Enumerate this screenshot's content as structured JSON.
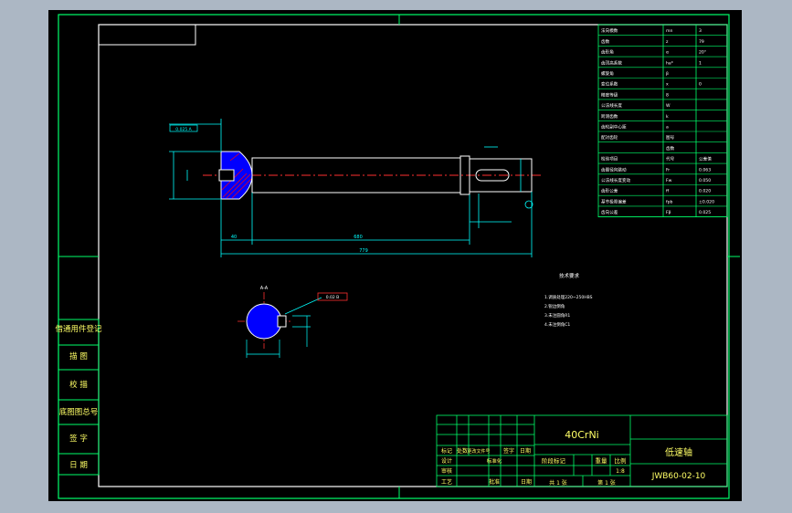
{
  "titleblock": {
    "material": "40CrNi",
    "part_name": "低速轴",
    "drawing_no": "JWB60-02-10",
    "scale_value": "1:8",
    "header_cells": [
      "标记",
      "处数",
      "更改文件号",
      "签字",
      "日期"
    ],
    "row_labels": [
      "设计",
      "审核",
      "工艺"
    ],
    "std_label": "标准化",
    "approve_label": "批准",
    "approve_date": "日期",
    "stage_label": "阶段标记",
    "weight_label": "重量",
    "scale_label": "比例",
    "sheet_total": "共 1 张",
    "sheet_num": "第 1 张"
  },
  "side_labels": [
    "借通用件登记",
    "描 图",
    "校 描",
    "底图图总号",
    "签 字",
    "日 期"
  ],
  "tech_notes": {
    "title": "技术要求",
    "items": [
      "1.调质处理220~250HBS",
      "2.锐边倒角",
      "3.未注圆角R1",
      "4.未注倒角C1"
    ]
  },
  "main_view": {
    "overall_length": "779",
    "mid_length": "680",
    "left_seg": "40",
    "tol_label": "0.025 A"
  },
  "section_view": {
    "mark": "A-A",
    "tol_label": "0.02 B"
  },
  "param_table": {
    "rows": [
      [
        "法向模数",
        "mn",
        "3"
      ],
      [
        "齿数",
        "z",
        "79"
      ],
      [
        "齿形角",
        "α",
        "20°"
      ],
      [
        "齿顶高系数",
        "ha*",
        "1"
      ],
      [
        "螺旋角",
        "β",
        ""
      ],
      [
        "变位系数",
        "x",
        "0"
      ],
      [
        "精度等级",
        "8",
        ""
      ],
      [
        "公法线长度",
        "W",
        ""
      ],
      [
        "跨测齿数",
        "k",
        ""
      ],
      [
        "齿轮副中心距",
        "a",
        ""
      ],
      [
        "配对齿轮",
        "图号",
        ""
      ],
      [
        "",
        "齿数",
        ""
      ],
      [
        "检验项目",
        "代号",
        "公差值"
      ],
      [
        "齿圈径向跳动",
        "Fr",
        "0.063"
      ],
      [
        "公法线长度变动",
        "Fw",
        "0.050"
      ],
      [
        "齿形公差",
        "ff",
        "0.020"
      ],
      [
        "基节极限偏差",
        "fpb",
        "±0.020"
      ],
      [
        "齿向公差",
        "Fβ",
        "0.025"
      ]
    ]
  },
  "colors": {
    "outline": "#ffffff",
    "frame": "#00ff6a",
    "dimension": "#00ffff",
    "centerline": "#ff3030",
    "section": "#ff0000",
    "hatch": "#0000ff",
    "text": "#ffff66"
  }
}
